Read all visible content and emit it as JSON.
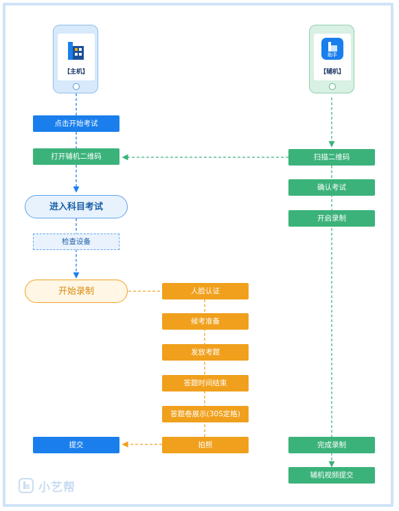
{
  "host_phone": {
    "label": "【主机】",
    "icon": "building-logo-icon"
  },
  "aux_phone": {
    "label": "【辅机】",
    "icon": "helper-app-icon",
    "icon_text": "助手"
  },
  "host_steps": {
    "start_exam": "点击开始考试",
    "open_qr": "打开辅机二维码",
    "enter_exam": "进入科目考试",
    "check_device": "检查设备",
    "start_record": "开始录制",
    "submit": "提交"
  },
  "aux_steps": {
    "scan_qr": "扫描二维码",
    "confirm_exam": "确认考试",
    "open_record": "开启录制",
    "finish_record": "完成录制",
    "submit_video": "辅机视频提交"
  },
  "middle_steps": {
    "face_auth": "人脸认证",
    "prepare": "候考准备",
    "distribute": "发放考题",
    "end_time": "答题时间结束",
    "show_sheet": "答题卷展示(30S定格)",
    "photo": "拍照"
  },
  "brand": {
    "name": "小艺帮",
    "icon": "xiaoyibang-logo-icon"
  },
  "colors": {
    "blue": "#1a7fec",
    "green": "#3bb27a",
    "orange": "#f0a01c",
    "frame": "#cfe3f7"
  }
}
